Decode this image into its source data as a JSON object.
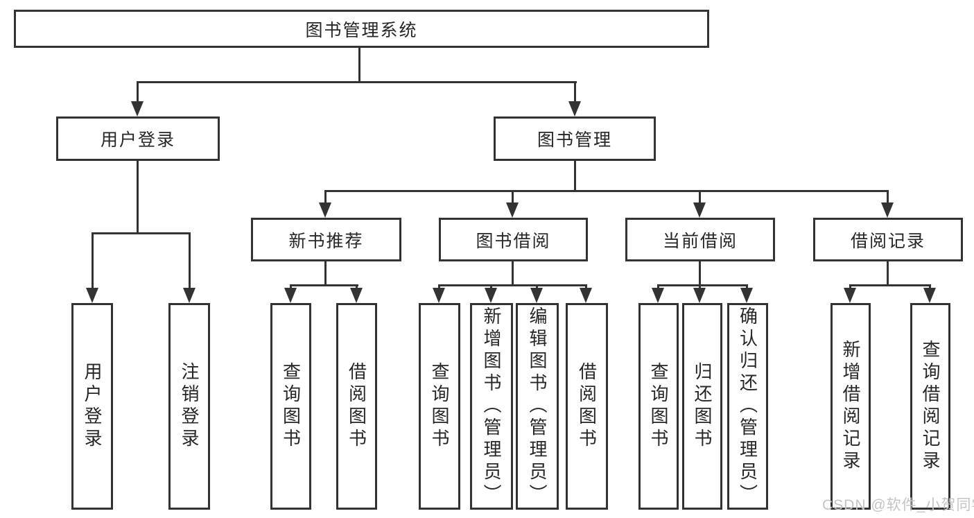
{
  "diagram": {
    "root": {
      "label": "图书管理系统"
    },
    "branches": [
      {
        "label": "用户登录",
        "children": [
          {
            "label": "用户登录"
          },
          {
            "label": "注销登录"
          }
        ]
      },
      {
        "label": "图书管理",
        "children": [
          {
            "label": "新书推荐",
            "children": [
              {
                "label": "查询图书"
              },
              {
                "label": "借阅图书"
              }
            ]
          },
          {
            "label": "图书借阅",
            "children": [
              {
                "label": "查询图书"
              },
              {
                "label": "新增图书（管理员）"
              },
              {
                "label": "编辑图书（管理员）"
              },
              {
                "label": "借阅图书"
              }
            ]
          },
          {
            "label": "当前借阅",
            "children": [
              {
                "label": "查询图书"
              },
              {
                "label": "归还图书"
              },
              {
                "label": "确认归还（管理员）"
              }
            ]
          },
          {
            "label": "借阅记录",
            "children": [
              {
                "label": "新增借阅记录"
              },
              {
                "label": "查询借阅记录"
              }
            ]
          }
        ]
      }
    ]
  },
  "watermark": {
    "text": "CSDN @软件_小贺同学"
  },
  "colors": {
    "line": "#333333",
    "text": "#262626",
    "background": "#ffffff",
    "watermark": "#c4c4c8"
  }
}
